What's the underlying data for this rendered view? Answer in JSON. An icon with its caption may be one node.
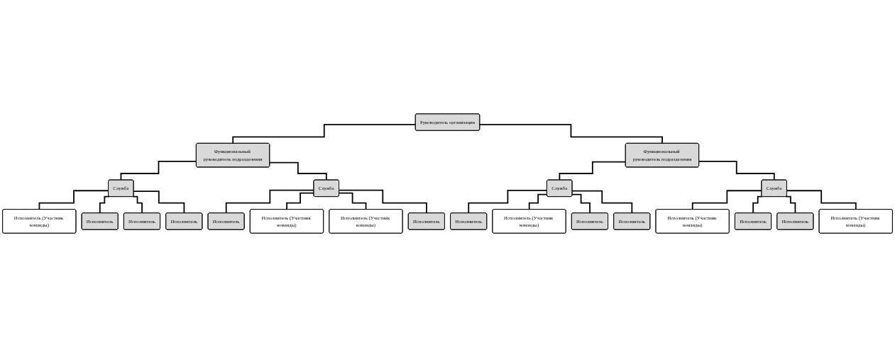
{
  "diagram": {
    "nodes": [
      {
        "text": [
          "Руководитель организации"
        ]
      },
      {
        "text": [
          "Функциональный руководитель подразделения"
        ]
      },
      {
        "text": [
          "Функциональный руководитель подразделения"
        ]
      },
      {
        "text": [
          "Служба"
        ]
      },
      {
        "text": [
          "Служба"
        ]
      },
      {
        "text": [
          "Служба"
        ]
      },
      {
        "text": [
          "Служба"
        ]
      },
      {
        "text": [
          "Исполнитель (Участник команды)"
        ]
      },
      {
        "text": [
          "Исполнитель"
        ]
      },
      {
        "text": [
          "Исполнитель"
        ]
      },
      {
        "text": [
          "Исполнитель (Участник команды)"
        ]
      },
      {
        "text": [
          "Исполнитель"
        ]
      },
      {
        "text": [
          "Исполнитель (Участник команды)"
        ]
      },
      {
        "text": [
          "Исполнитель (Участник команды)"
        ]
      },
      {
        "text": [
          "Исполнитель"
        ]
      },
      {
        "text": [
          "Исполнитель"
        ]
      },
      {
        "text": [
          "Исполнитель"
        ]
      },
      {
        "text": [
          "Исполнитель (Участник команды)"
        ]
      },
      {
        "text": [
          "Исполнитель"
        ]
      },
      {
        "text": [
          "Исполнитель"
        ]
      },
      {
        "text": [
          "Исполнитель"
        ]
      },
      {
        "text": [
          "Исполнитель"
        ]
      },
      {
        "text": [
          "Исполнитель (Участник команды)"
        ]
      }
    ],
    "edges": [
      {
        "from": 0,
        "to": 1,
        "arrow": "none"
      },
      {
        "from": 0,
        "to": 2,
        "arrow": "none"
      },
      {
        "from": 1,
        "to": 3,
        "arrow": "none"
      },
      {
        "from": 1,
        "to": 4,
        "arrow": "none"
      },
      {
        "from": 2,
        "to": 5,
        "arrow": "none"
      },
      {
        "from": 2,
        "to": 6,
        "arrow": "none"
      },
      {
        "from": 3,
        "to": 7,
        "arrow": "none"
      },
      {
        "from": 3,
        "to": 8,
        "arrow": "none"
      },
      {
        "from": 3,
        "to": 15,
        "arrow": "none"
      },
      {
        "from": 3,
        "to": 16,
        "arrow": "none"
      },
      {
        "from": 4,
        "to": 9,
        "arrow": "none"
      },
      {
        "from": 4,
        "to": 10,
        "arrow": "none"
      },
      {
        "from": 4,
        "to": 17,
        "arrow": "none"
      },
      {
        "from": 4,
        "to": 18,
        "arrow": "none"
      },
      {
        "from": 5,
        "to": 11,
        "arrow": "none"
      },
      {
        "from": 5,
        "to": 12,
        "arrow": "none"
      },
      {
        "from": 5,
        "to": 19,
        "arrow": "none"
      },
      {
        "from": 5,
        "to": 20,
        "arrow": "none"
      },
      {
        "from": 6,
        "to": 13,
        "arrow": "none"
      },
      {
        "from": 6,
        "to": 14,
        "arrow": "none"
      },
      {
        "from": 6,
        "to": 21,
        "arrow": "none"
      },
      {
        "from": 6,
        "to": 22,
        "arrow": "none"
      }
    ]
  }
}
